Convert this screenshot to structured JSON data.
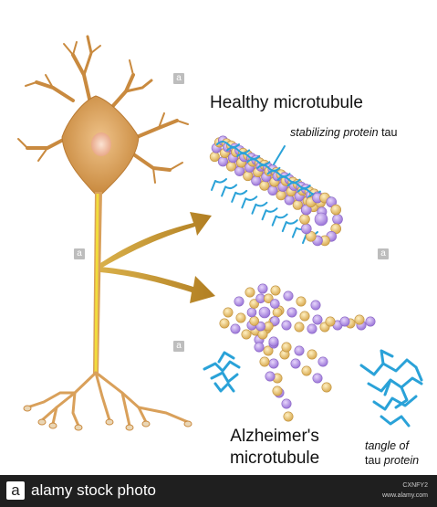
{
  "labels": {
    "healthy_title": "Healthy microtubule",
    "tau_italic": "stabilizing protein",
    "tau_plain": "tau",
    "alz_line1": "Alzheimer's",
    "alz_line2": "microtubule",
    "tangle_line1": "tangle of",
    "tangle_word_tau": "tau",
    "tangle_word_protein": "protein"
  },
  "footer": {
    "logo_letter": "a",
    "brand": "alamy stock photo",
    "image_code": "CXNFY2",
    "url": "www.alamy.com"
  },
  "watermark": {
    "letter": "a"
  },
  "colors": {
    "neuron_body": "#d9a05a",
    "nucleus": "#f2c7a8",
    "axon": "#f2dc3c",
    "arrow": "#c9962e",
    "tubulin_alpha": "#f0d08c",
    "tubulin_beta": "#b896e6",
    "tau_protein": "#2aa2d8",
    "footer_bg": "#1f1f1f"
  }
}
